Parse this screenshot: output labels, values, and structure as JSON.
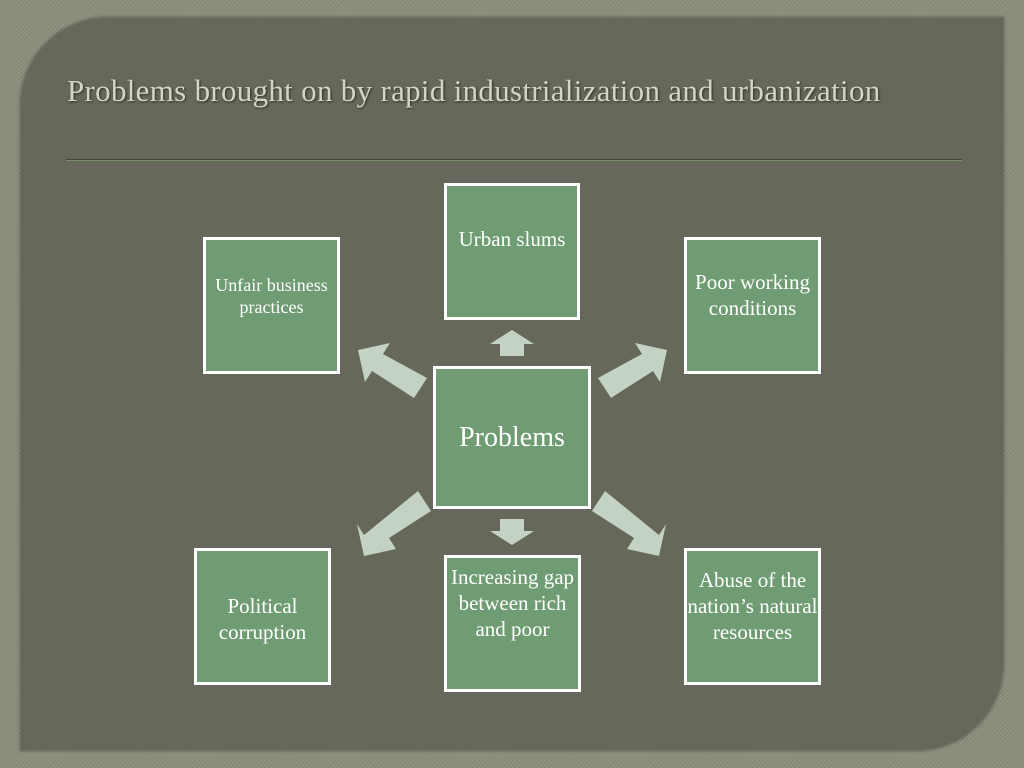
{
  "slide": {
    "title": "Problems brought on by rapid industrialization and urbanization"
  },
  "diagram": {
    "center": "Problems",
    "nodes": {
      "top": "Urban slums",
      "top_left": "Unfair business practices",
      "top_right": "Poor working conditions",
      "bottom_left": "Political corruption",
      "bottom": "Increasing gap between rich and poor",
      "bottom_right": "Abuse of the nation’s natural resources"
    }
  },
  "colors": {
    "slide_background": "#65685a",
    "box_fill": "#6f9c72",
    "box_border": "#ffffff",
    "arrow_fill": "#c3d2c2",
    "title_text": "#d4d6c4"
  }
}
